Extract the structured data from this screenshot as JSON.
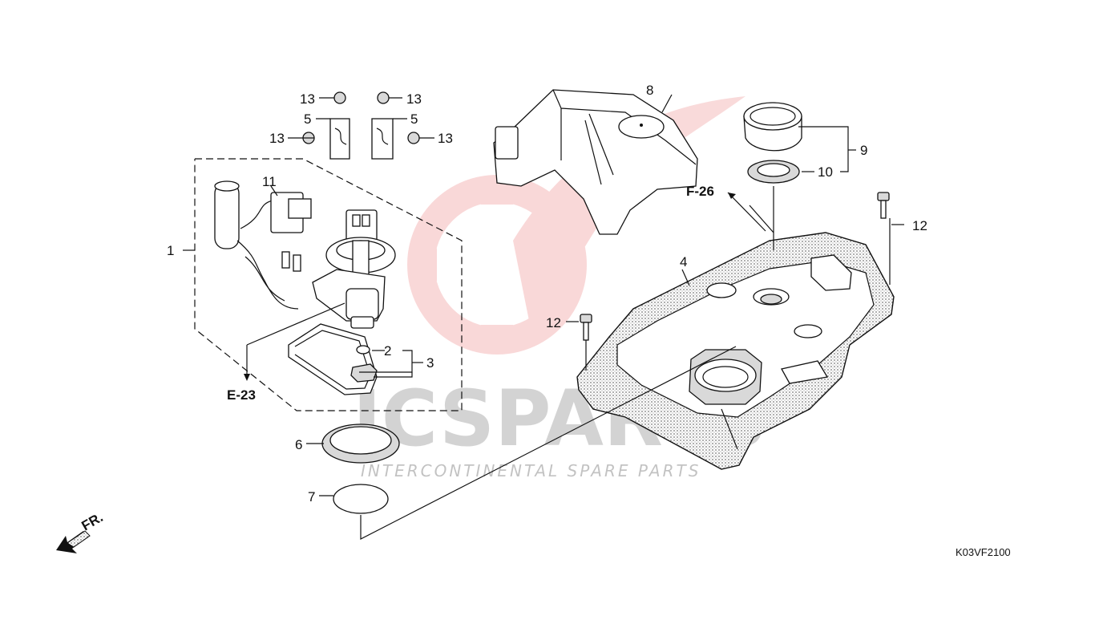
{
  "diagram": {
    "code": "K03VF2100",
    "front_label": "FR.",
    "callouts": {
      "c1": "1",
      "c2": "2",
      "c3": "3",
      "c4": "4",
      "c5a": "5",
      "c5b": "5",
      "c6": "6",
      "c7": "7",
      "c8": "8",
      "c9": "9",
      "c10": "10",
      "c11": "11",
      "c12a": "12",
      "c12b": "12",
      "c13a": "13",
      "c13b": "13",
      "c13c": "13",
      "c13d": "13"
    },
    "refs": {
      "e23": "E-23",
      "f26": "F-26"
    }
  },
  "watermark": {
    "brand": "ICSPARTS",
    "tagline": "INTERCONTINENTAL SPARE PARTS",
    "color": "#e03030"
  }
}
